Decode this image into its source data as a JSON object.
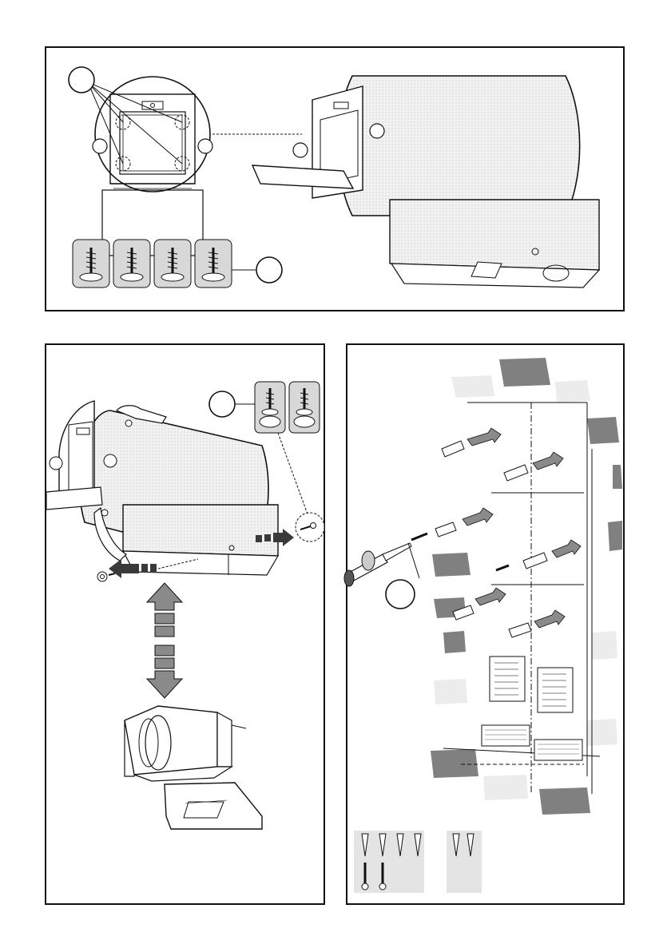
{
  "figure": {
    "panels": [
      {
        "id": "top",
        "description_visible": false
      },
      {
        "id": "bottom-left",
        "description_visible": false
      },
      {
        "id": "bottom-right",
        "description_visible": false
      }
    ],
    "callouts": {
      "top_detail": "",
      "top_screws": "",
      "left_screws": "",
      "right_screw": ""
    },
    "colors": {
      "stroke": "#111111",
      "hatch_fill": "#e4e4e4",
      "brick": "#808080",
      "brick_light": "#ececec",
      "arrow": "#8a8a8a",
      "arrow_dark": "#3a3a3a"
    },
    "icons": [
      "screw-icon",
      "washer-screw-icon",
      "wall-plug-icon",
      "screwdriver-icon",
      "hand-icon",
      "arrow-icon"
    ]
  }
}
